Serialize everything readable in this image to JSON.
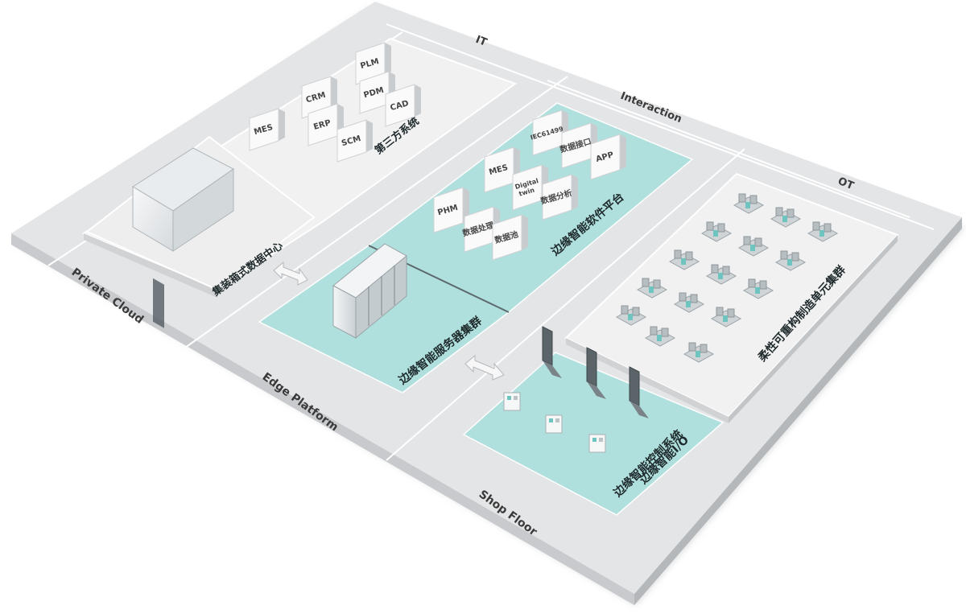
{
  "diagram": {
    "edge_labels": {
      "it": "IT",
      "interaction": "Interaction",
      "ot": "OT",
      "private_cloud": "Private Cloud",
      "edge_platform": "Edge Platform",
      "shop_floor": "Shop Floor"
    },
    "zones": {
      "third_party": "第三方系统",
      "data_center": "集装箱式数据中心",
      "software_platform": "边缘智能软件平台",
      "server_cluster": "边缘智能服务器集群",
      "manufacturing_cluster": "柔性可重构制造单元集群",
      "control_system": "边缘智能控制系统",
      "smart_io": "边缘智能I/O"
    },
    "third_party_cards": [
      "MES",
      "CRM",
      "ERP",
      "PLM",
      "PDM",
      "SCM",
      "CAD"
    ],
    "platform_cards": [
      "PHM",
      "数据处理",
      "MES",
      "数据池",
      "Digital twin",
      "数据分析",
      "IEC61499",
      "数据接口",
      "APP"
    ],
    "colors": {
      "base": "#e4e5e7",
      "zone": "#f0f0f1",
      "teal": "#aee0dd",
      "card": "#fafafa"
    }
  }
}
